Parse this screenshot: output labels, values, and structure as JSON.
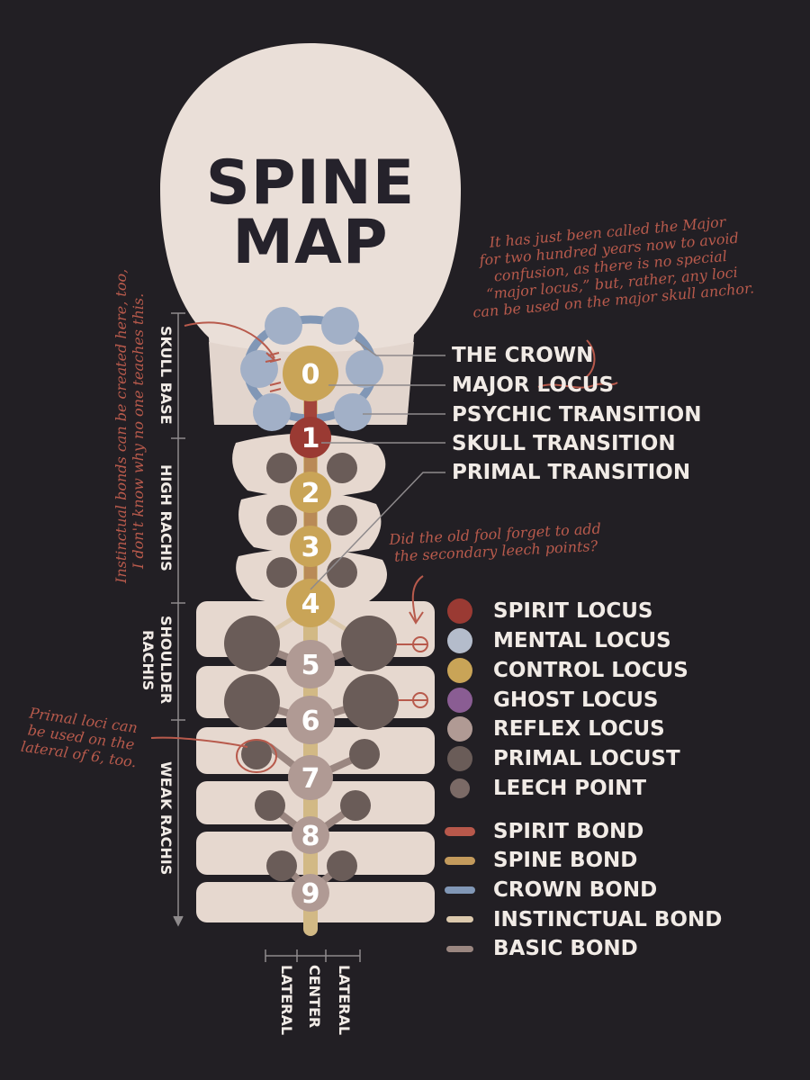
{
  "title_line1": "SPINE",
  "title_line2": "MAP",
  "callouts": [
    "THE CROWN",
    "MAJOR LOCUS",
    "PSYCHIC TRANSITION",
    "SKULL TRANSITION",
    "PRIMAL TRANSITION"
  ],
  "legend": {
    "loci": [
      {
        "label": "SPIRIT LOCUS",
        "color": "#9a3a33"
      },
      {
        "label": "MENTAL LOCUS",
        "color": "#b4bccb"
      },
      {
        "label": "CONTROL LOCUS",
        "color": "#c9a457"
      },
      {
        "label": "GHOST LOCUS",
        "color": "#8a5d93"
      },
      {
        "label": "REFLEX LOCUS",
        "color": "#b09a94"
      },
      {
        "label": "PRIMAL LOCUST",
        "color": "#6a5c58"
      },
      {
        "label": "LEECH POINT",
        "color": "#7b6a66"
      }
    ],
    "bonds": [
      {
        "label": "SPIRIT BOND",
        "color": "#b8584b"
      },
      {
        "label": "SPINE BOND",
        "color": "#c39a5c"
      },
      {
        "label": "CROWN BOND",
        "color": "#8197b6"
      },
      {
        "label": "INSTINCTUAL BOND",
        "color": "#dcc9ad"
      },
      {
        "label": "BASIC BOND",
        "color": "#9a8680"
      }
    ]
  },
  "regions": [
    "SKULL BASE",
    "HIGH RACHIS",
    "SHOULDER",
    "RACHIS",
    "WEAK RACHIS"
  ],
  "axis_labels": [
    "LATERAL",
    "CENTER",
    "LATERAL"
  ],
  "loci_numbers": [
    "0",
    "1",
    "2",
    "3",
    "4",
    "5",
    "6",
    "7",
    "8",
    "9"
  ],
  "notes": {
    "major": [
      "It has just been called the Major",
      "for two hundred years now to avoid",
      "confusion, as there is no special",
      "“major locus,” but, rather, any loci",
      "can be used on the major skull anchor."
    ],
    "instinctual": [
      "Instinctual bonds can be created here, too,",
      "I don't know why no one teaches this."
    ],
    "leech": [
      "Did the old fool forget to add",
      "the secondary leech points?"
    ],
    "primal": [
      "Primal loci can",
      "be used on the",
      "lateral of 6, too."
    ]
  },
  "colors": {
    "background": "#221f24",
    "bone": "#eadfd8",
    "bone_shade": "#d4c3bb",
    "ink": "#25222b",
    "text": "#f1ebe6",
    "annotation": "#b85a4c"
  }
}
